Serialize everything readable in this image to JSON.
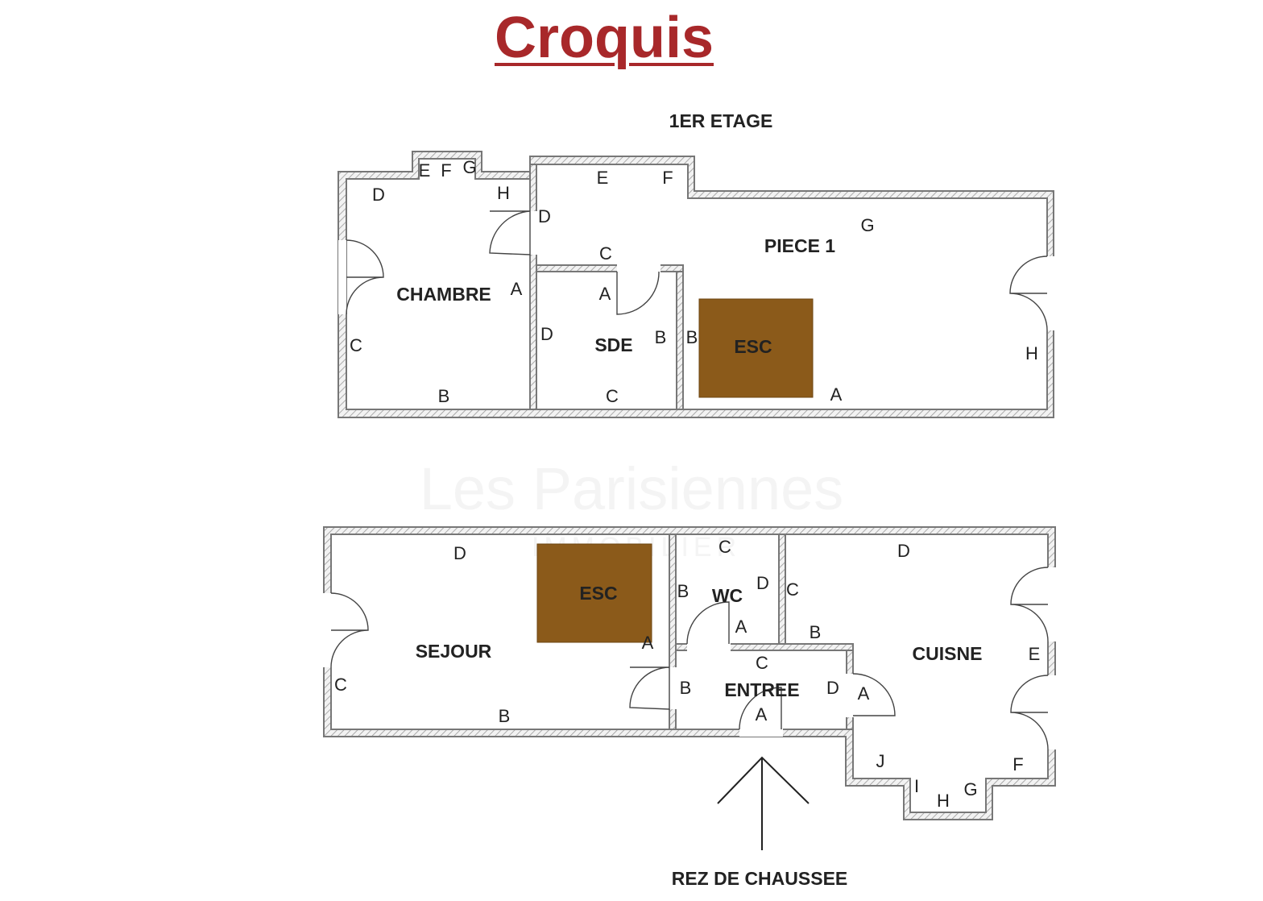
{
  "title": "Croquis",
  "floors": {
    "upper": {
      "name": "1ER ETAGE",
      "rooms": {
        "chambre": "CHAMBRE",
        "piece1": "PIECE 1",
        "sde": "SDE",
        "esc": "ESC"
      },
      "chambre_walls": [
        "D",
        "E",
        "F",
        "G",
        "H",
        "A",
        "C",
        "B"
      ],
      "piece1_walls": [
        "E",
        "F",
        "D",
        "G",
        "C",
        "B",
        "A",
        "H"
      ],
      "sde_walls": [
        "A",
        "D",
        "B",
        "C"
      ]
    },
    "ground": {
      "name": "REZ DE CHAUSSEE",
      "rooms": {
        "sejour": "SEJOUR",
        "wc": "WC",
        "entree": "ENTREE",
        "cuisine": "CUISNE",
        "esc": "ESC"
      },
      "sejour_walls": [
        "D",
        "A",
        "C",
        "B"
      ],
      "wc_walls": [
        "C",
        "B",
        "D",
        "A"
      ],
      "entree_walls": [
        "C",
        "B",
        "D",
        "A"
      ],
      "cuisine_walls": [
        "D",
        "C",
        "B",
        "E",
        "A",
        "F",
        "J",
        "I",
        "H",
        "G"
      ]
    }
  },
  "watermark": {
    "line1": "Les Parisiennes",
    "line2": "IMMOBILIER"
  },
  "colors": {
    "title": "#a8282a",
    "stairs": "#8b5a1a",
    "wall": "#777777"
  }
}
